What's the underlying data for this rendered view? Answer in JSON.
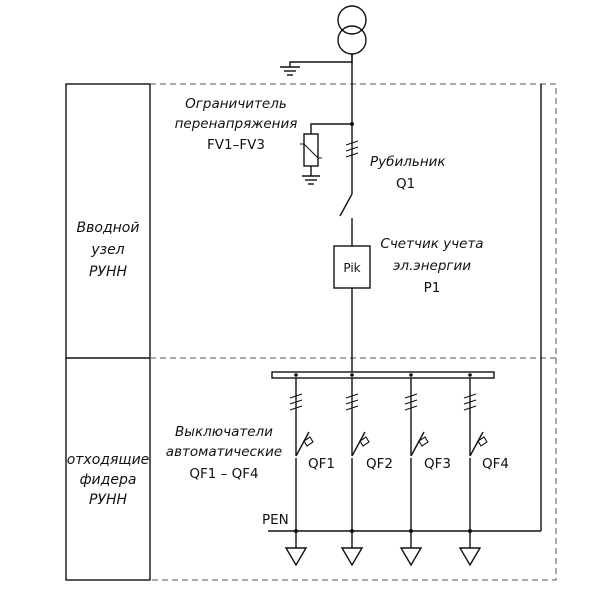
{
  "side_labels": {
    "input": [
      "Вводной",
      "узел",
      "РУНН"
    ],
    "outgoing": [
      "отходящие",
      "фидера",
      "РУНН"
    ]
  },
  "surge_arrester": [
    "Ограничитель",
    "перенапряжения",
    "FV1–FV3"
  ],
  "switch": [
    "Рубильник",
    "Q1"
  ],
  "meter": [
    "Счетчик учета",
    "эл.энергии",
    "P1"
  ],
  "meter_symbol": "Pik",
  "breakers_caption": [
    "Выключатели",
    "автоматические",
    "QF1 – QF4"
  ],
  "breakers": [
    "QF1",
    "QF2",
    "QF3",
    "QF4"
  ],
  "pen_label": "PEN"
}
